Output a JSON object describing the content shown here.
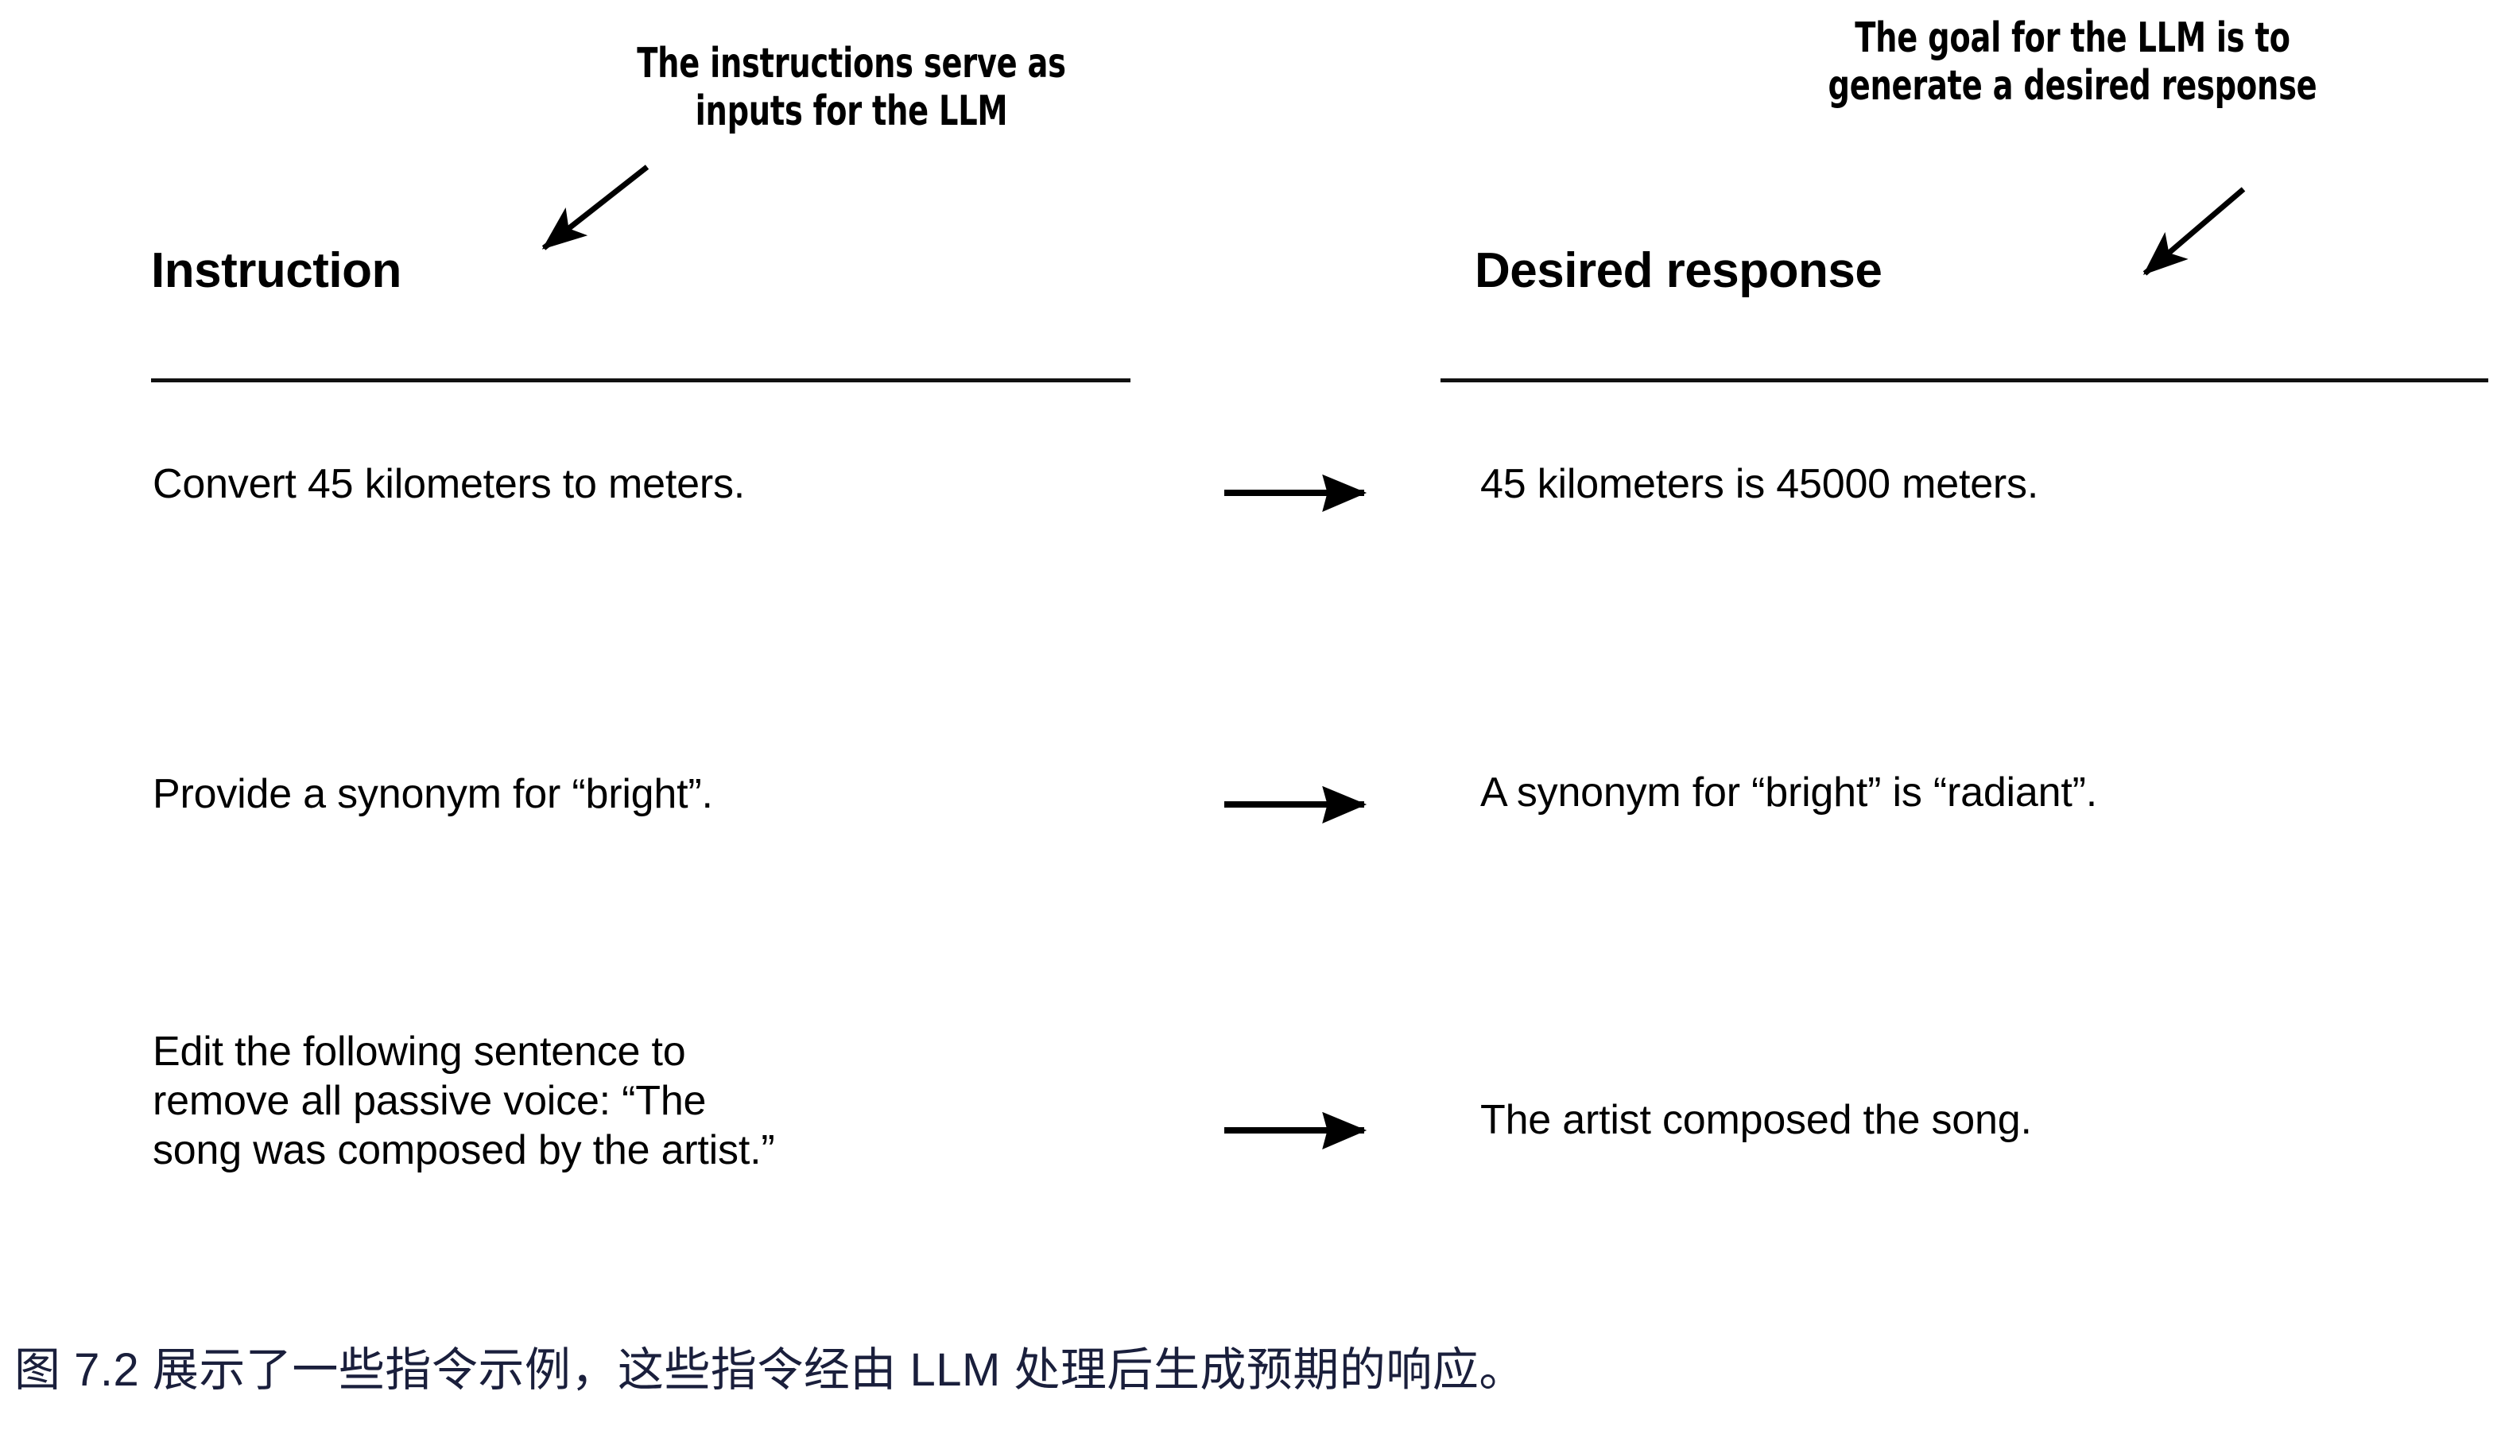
{
  "figure": {
    "background_color": "#ffffff",
    "ink_color": "#000000",
    "caption_color": "#1a1f3c",
    "caption": "图 7.2 展示了一些指令示例，这些指令经由 LLM 处理后生成预期的响应。"
  },
  "annotations": {
    "instruction": {
      "lines": [
        "The instructions serve as",
        "inputs for the LLM"
      ],
      "arrow": "arrow-down-left-icon"
    },
    "response": {
      "lines": [
        "The goal for the LLM is to",
        "generate a desired response"
      ],
      "arrow": "arrow-down-left-icon"
    }
  },
  "columns": {
    "instruction_header": "Instruction",
    "response_header": "Desired response"
  },
  "rows": [
    {
      "instruction": "Convert 45 kilometers to meters.",
      "response": "45 kilometers is 45000 meters.",
      "connector": "arrow-right-icon"
    },
    {
      "instruction": "Provide a synonym for “bright”.",
      "response": "A synonym for “bright” is “radiant”.",
      "connector": "arrow-right-icon"
    },
    {
      "instruction": "Edit the following sentence to\nremove all passive voice: “The\nsong was composed by the artist.”",
      "response": "The artist composed the song.",
      "connector": "arrow-right-icon"
    }
  ]
}
